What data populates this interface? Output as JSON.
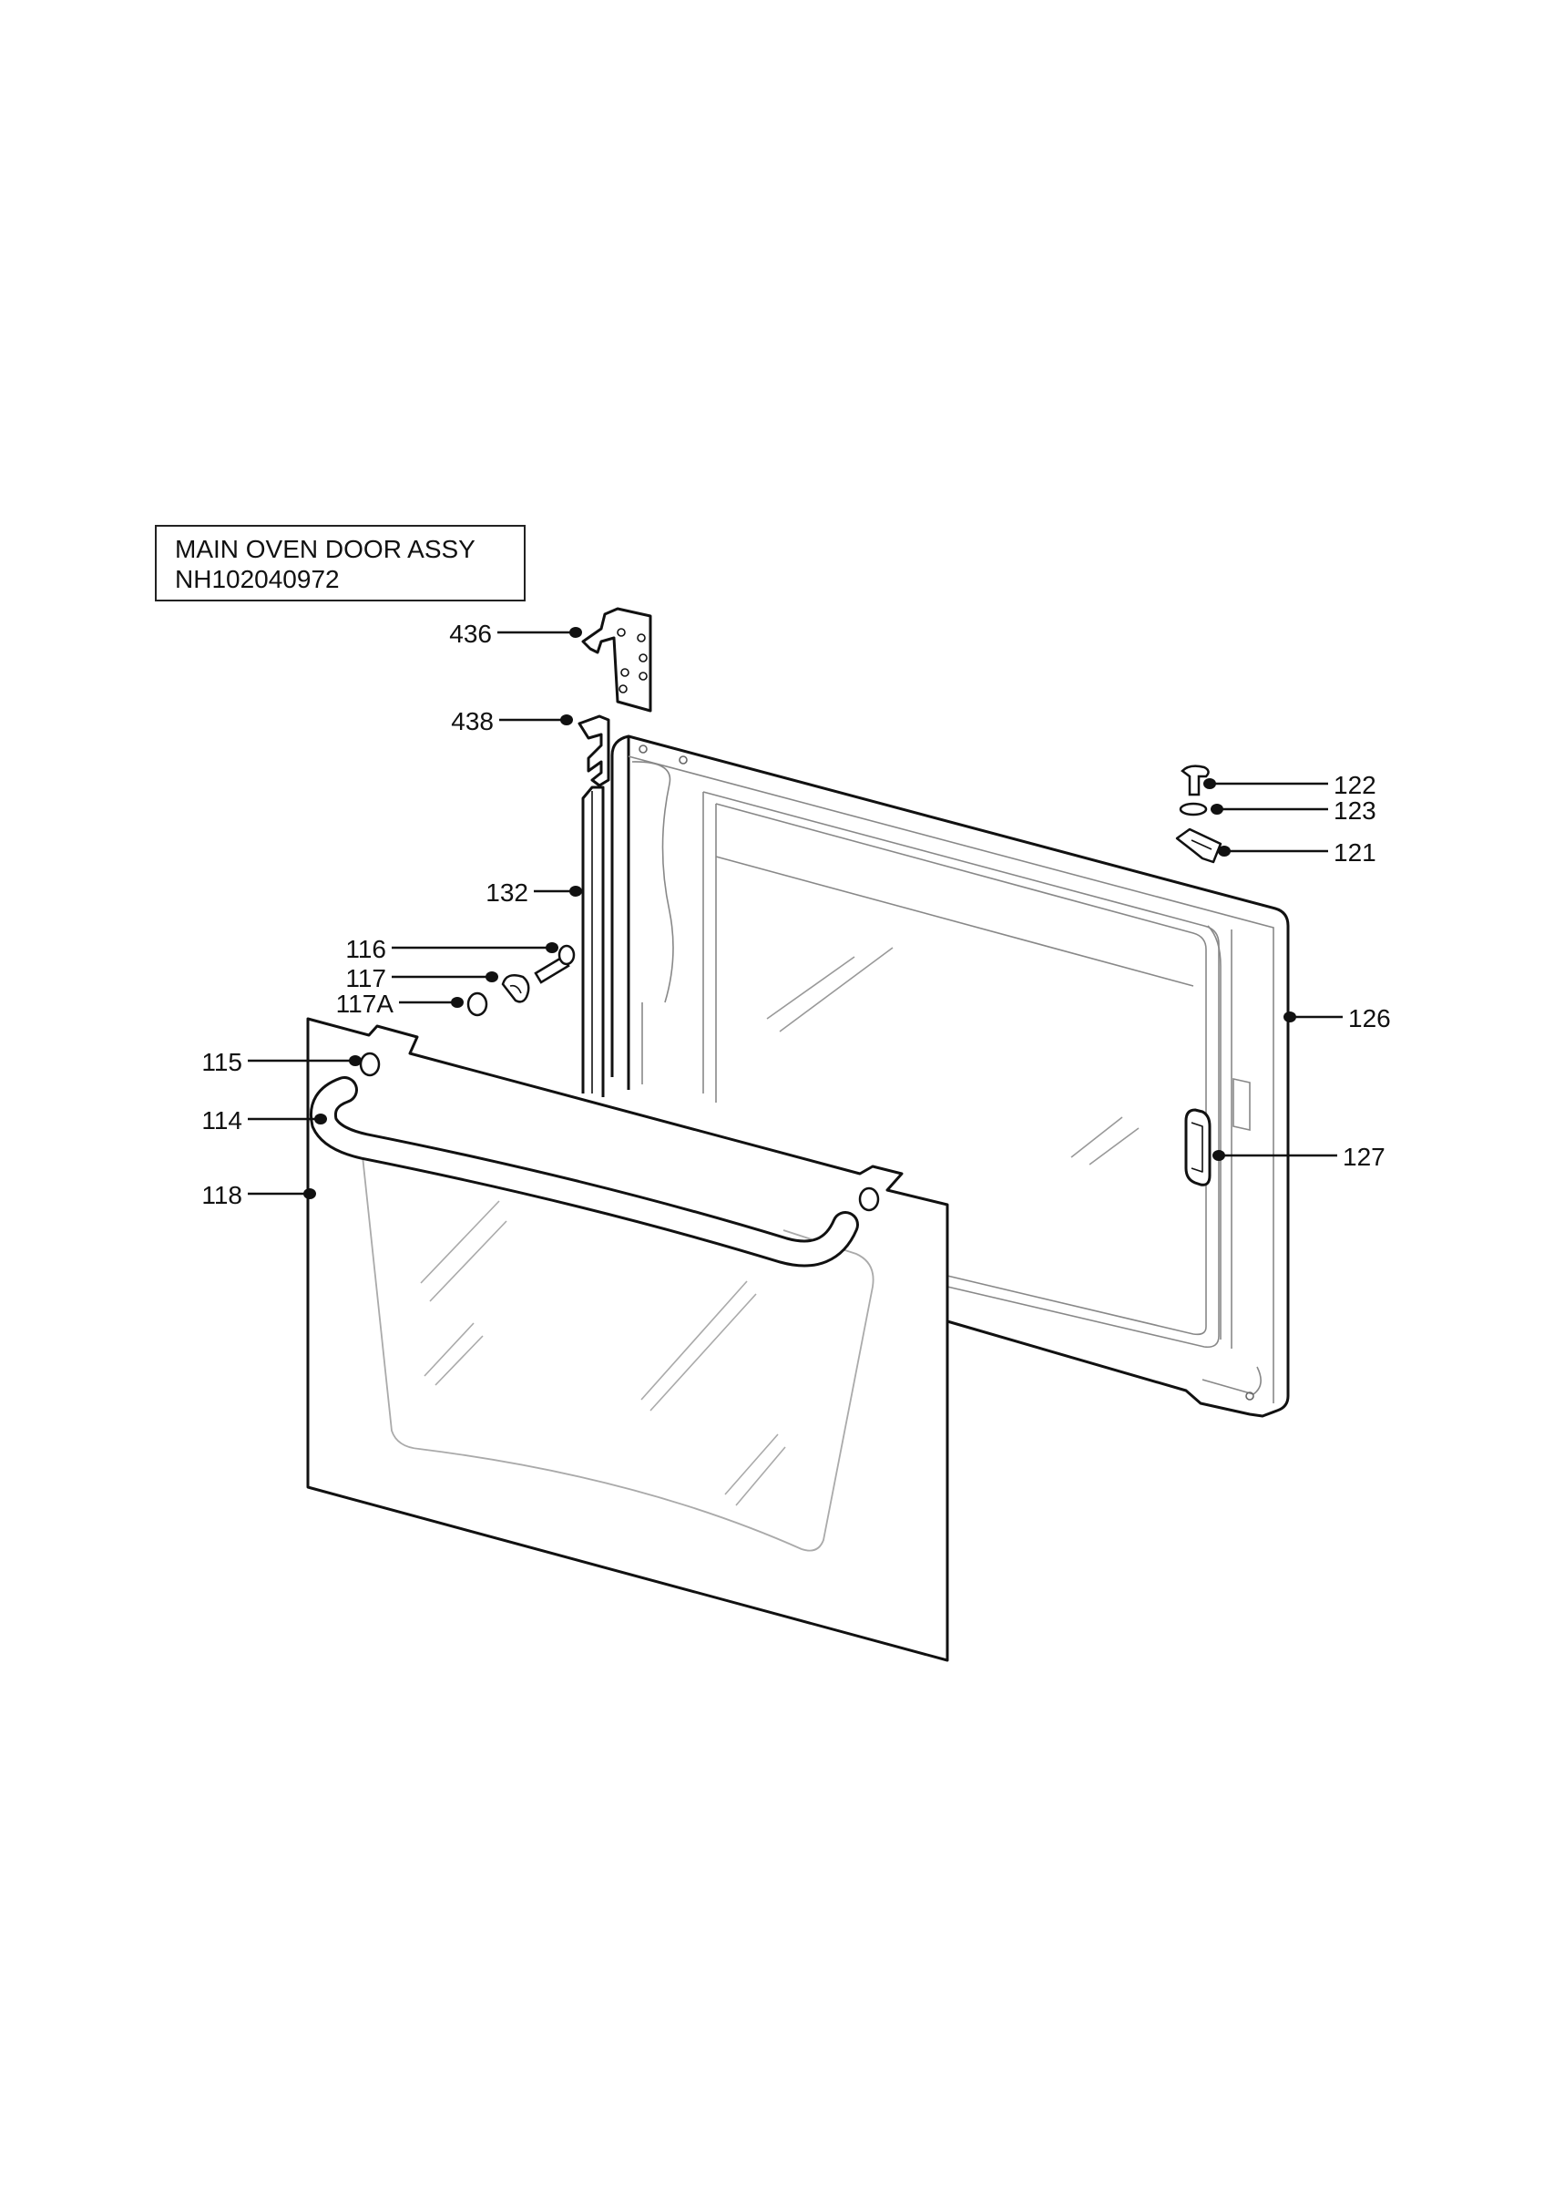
{
  "title": {
    "line1": "MAIN OVEN DOOR ASSY",
    "line2": "NH102040972"
  },
  "callouts": [
    {
      "id": "436",
      "label": "436"
    },
    {
      "id": "438",
      "label": "438"
    },
    {
      "id": "132",
      "label": "132"
    },
    {
      "id": "116",
      "label": "116"
    },
    {
      "id": "117",
      "label": "117"
    },
    {
      "id": "117A",
      "label": "117A"
    },
    {
      "id": "115",
      "label": "115"
    },
    {
      "id": "114",
      "label": "114"
    },
    {
      "id": "118",
      "label": "118"
    },
    {
      "id": "122",
      "label": "122"
    },
    {
      "id": "123",
      "label": "123"
    },
    {
      "id": "121",
      "label": "121"
    },
    {
      "id": "126",
      "label": "126"
    },
    {
      "id": "127",
      "label": "127"
    }
  ]
}
